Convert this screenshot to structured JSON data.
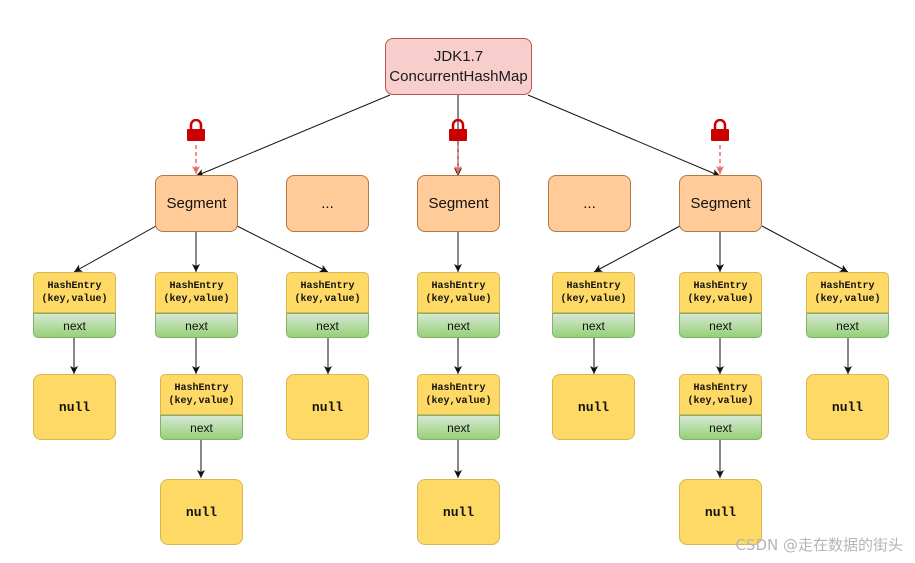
{
  "root": {
    "line1": "JDK1.7",
    "line2": "ConcurrentHashMap"
  },
  "segment_label": "Segment",
  "ellipsis_label": "...",
  "entry": {
    "line1": "HashEntry",
    "line2": "(key,value)",
    "next": "next"
  },
  "null_label": "null",
  "watermark": "CSDN @走在数据的街头",
  "colors": {
    "root_fill": "#f8cecc",
    "segment_fill": "#ffcc99",
    "entry_fill": "#ffd966",
    "next_fill": "#d5e8d4",
    "lock": "#cc0000",
    "lock_arrow": "#ea6b66"
  }
}
